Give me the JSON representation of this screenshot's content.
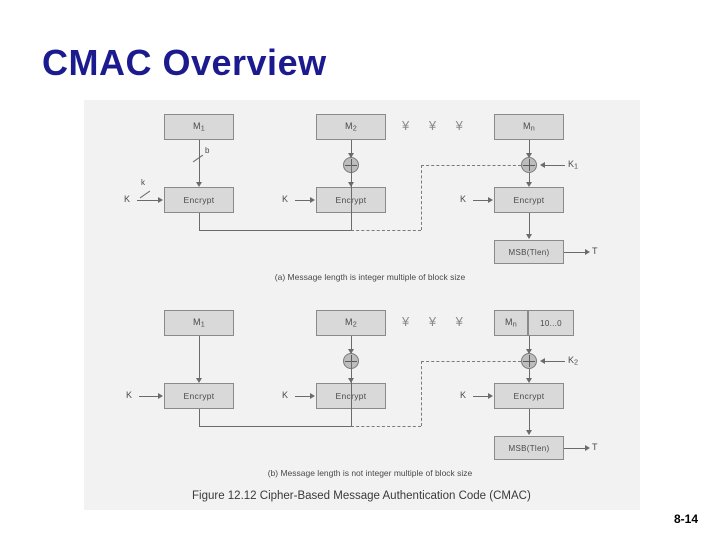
{
  "slide": {
    "title": "CMAC Overview",
    "page_number": "8-14"
  },
  "figure": {
    "caption": "Figure 12.12  Cipher-Based Message Authentication Code (CMAC)",
    "panels": [
      {
        "id": "a",
        "caption": "(a) Message length is integer multiple of block size",
        "blocks": [
          {
            "name": "message-block-1",
            "label": "M",
            "sub": "1"
          },
          {
            "name": "message-block-2",
            "label": "M",
            "sub": "2"
          },
          {
            "name": "message-block-n",
            "label": "M",
            "sub": "n"
          }
        ],
        "encrypt_label": "Encrypt",
        "key_label": "K",
        "key_bits_label": "k",
        "block_bits_label": "b",
        "subkey_label": "K",
        "subkey_sub": "1",
        "msb_label": "MSB(Tlen)",
        "tag_label": "T",
        "dots": "¥  ¥  ¥"
      },
      {
        "id": "b",
        "caption": "(b) Message length is not integer multiple of block size",
        "blocks": [
          {
            "name": "message-block-1",
            "label": "M",
            "sub": "1"
          },
          {
            "name": "message-block-2",
            "label": "M",
            "sub": "2"
          },
          {
            "name": "message-block-n",
            "label": "M",
            "sub": "n"
          }
        ],
        "padding_label": "10...0",
        "encrypt_label": "Encrypt",
        "key_label": "K",
        "subkey_label": "K",
        "subkey_sub": "2",
        "msb_label": "MSB(Tlen)",
        "tag_label": "T",
        "dots": "¥  ¥  ¥"
      }
    ]
  },
  "colors": {
    "title": "#1b1b8f",
    "figure_background": "#f2f2f2",
    "box_fill": "#d9d9d9",
    "box_border": "#8a8a8a",
    "line": "#6b6b6b"
  }
}
